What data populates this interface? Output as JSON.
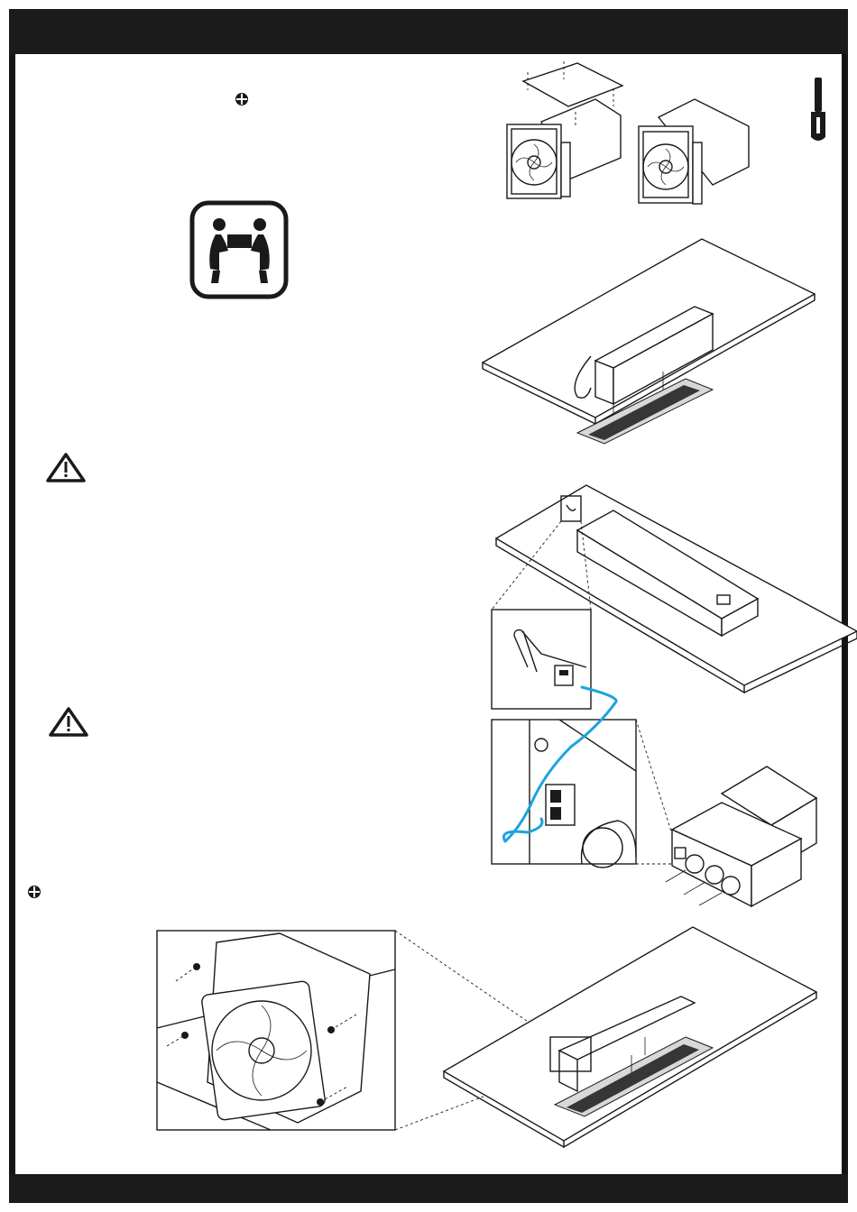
{
  "page": {
    "header_bar_color": "#1b1b1b",
    "footer_bar_color": "#1b1b1b",
    "cable_color": "#1aa3e0"
  },
  "icons": {
    "crosshead_screw_top": "crosshead-screw-icon",
    "crosshead_screw_bottom": "crosshead-screw-icon",
    "screwdriver": "screwdriver-icon",
    "two_person_lift": "two-person-lift-icon",
    "warning_1": "warning-triangle-icon",
    "warning_2": "warning-triangle-icon"
  },
  "illustrations": [
    "fan-housing-lid-removal",
    "unit-above-worktop-cutout",
    "unit-on-worktop-cable-routing",
    "connector-detail",
    "socket-detail",
    "motor-box-with-cable-glands",
    "fan-mounting-detail",
    "unit-in-worktop-mounted"
  ]
}
